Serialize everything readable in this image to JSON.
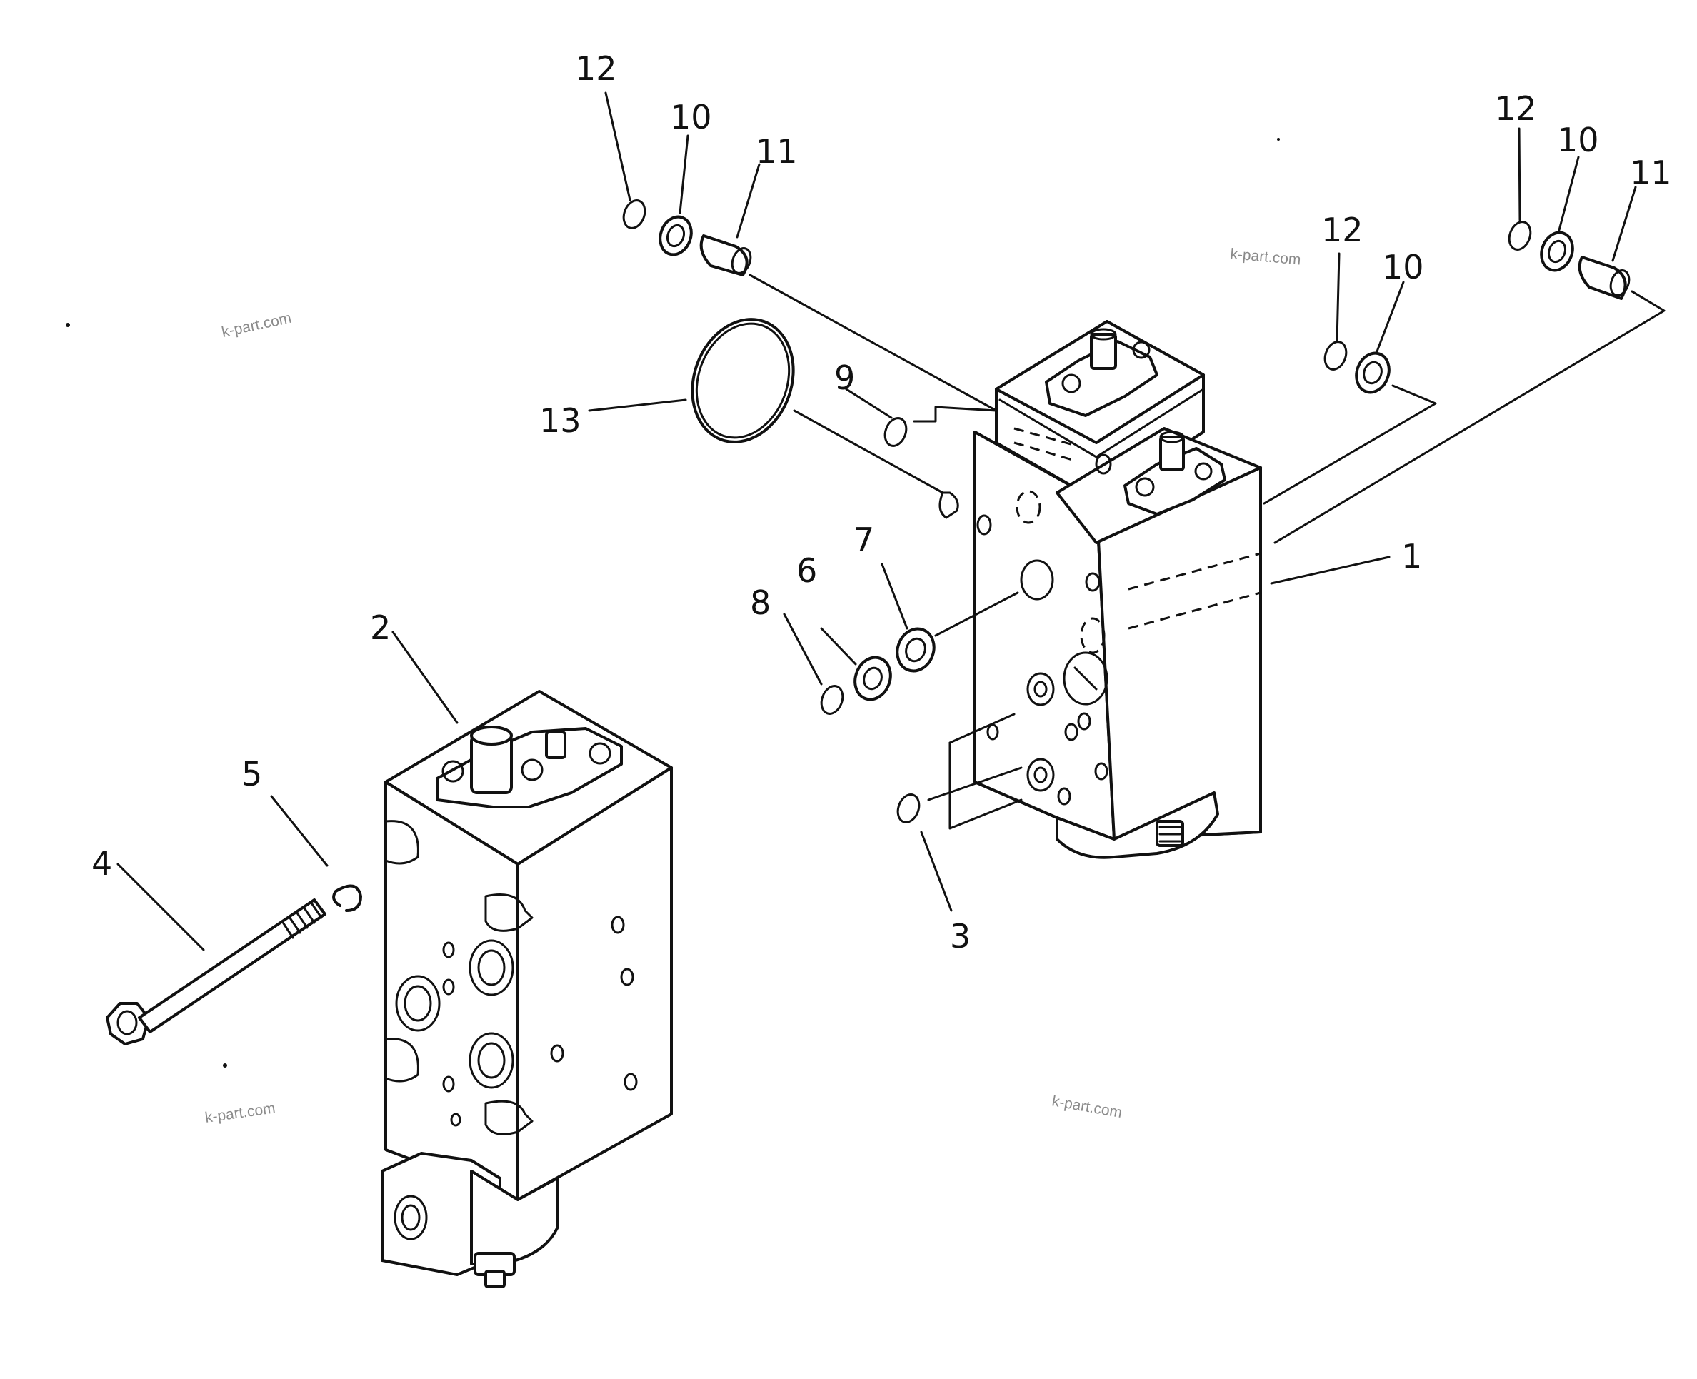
{
  "diagram": {
    "callouts": {
      "c1": "1",
      "c2": "2",
      "c3": "3",
      "c4": "4",
      "c5": "5",
      "c6": "6",
      "c7": "7",
      "c8": "8",
      "c9": "9",
      "c10a": "10",
      "c11a": "11",
      "c12a": "12",
      "c10b": "10",
      "c12b": "12",
      "c10c": "10",
      "c11c": "11",
      "c12c": "12",
      "c13": "13"
    },
    "watermarks": {
      "w1": "k-part.com",
      "w2": "k-part.com",
      "w3": "k-part.com",
      "w4": "k-part.com"
    },
    "colors": {
      "line": "#111111",
      "background": "#ffffff",
      "watermark": "#8a8a8a"
    }
  }
}
